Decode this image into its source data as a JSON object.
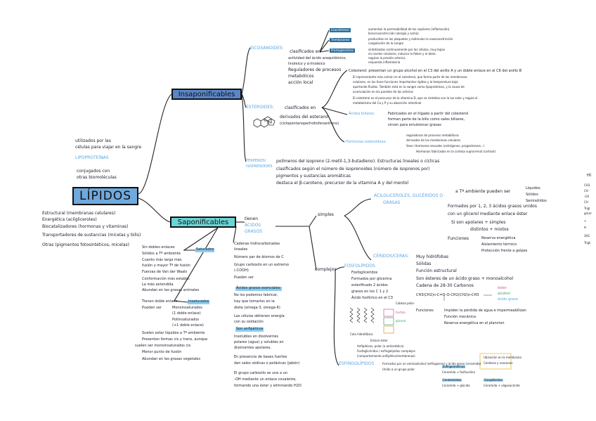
{
  "root": {
    "title": "LÍPIDOS",
    "intro": [
      "utilizados por las",
      "células para viajar en la sangre"
    ],
    "lipoproteinas": "LIPOPROTEÍNAS",
    "conjugados": [
      "conjugados con",
      "otras biomoléculas"
    ],
    "functions": [
      "Estructural (membranas celulares)",
      "Energética (acilgliceroles)",
      "Biocatalizadores (hormonas y vitaminas)",
      "Transportadores de sustancias (micelas y bilis)",
      "Otras (pigmentos fotosintéticos, micelas)"
    ]
  },
  "insaponificables": {
    "label": "Insaponificables",
    "eicosanoides": {
      "label": "EICOSANOIDES:",
      "lines": [
        "clasificados en",
        "actividad del ácido araquidónico,",
        "linoleico y α-linoleico",
        "Reguladores de procesos",
        "metabólicos",
        "acción local"
      ],
      "children": [
        {
          "tag": "Leucotrienos",
          "text": [
            "aumentan la permeabilidad de los capilares (inflamación)",
            "broncoconstricción (alergia y asma)"
          ]
        },
        {
          "tag": "Tromboxanos",
          "text": [
            "producidos en las plaquetas y estimulan la vasoconstricción",
            "coagulación de la sangre"
          ]
        },
        {
          "tag": "Prostaglandinas",
          "text": [
            "sintetizadas continuamente por las células, muy bajas",
            "en niveles celulares, inducen la fiebre y el dolor,",
            "regulan la presión arterial,",
            "respuesta inflamatoria"
          ]
        }
      ]
    },
    "esteroides": {
      "label": "ESTEROIDES:",
      "lines": [
        "clasificados en",
        "derivados del esterano",
        "(ciclopentanoperhidrofenantreno)"
      ],
      "colesterol": [
        "Colesterol: presentan un grupo alcohol en el C3 del anillo A y un doble enlace en el C6 del anillo B",
        "El representante más común es el colesterol, que forma parte de las membranas",
        "celulares, en las tiene funciones importantes rígidas y la temperatura baja",
        "aportando fluidez. También está en la sangre como lipoproteínas, y la causa de",
        "acumulación en las paredes de las arterias",
        "El colesterol es el precursor de la vitamina D, que se sintetiza con la luz solar y regula el",
        "metabolismo del Ca y P y su absorción intestinal"
      ],
      "acidos_biliares": {
        "tag": "Ácidos biliares:",
        "text": [
          "Fabricados en el hígado a partir del colesterol",
          "forman parte de la bilis como sales biliares,",
          "sirven para emulsionar grasas"
        ]
      },
      "hormonas": {
        "tag": "Hormonas esteroideas:",
        "text": [
          "reguladoras de procesos metabólicos",
          "derivadas de las membranas celulares",
          "Sexo: Hormonas sexuales (estrógenos, progesterona...)",
          "Hormonas fabricadas en la corteza suprarrenal (cortisol)"
        ]
      }
    },
    "terpenos": {
      "label": [
        "TERPENOS/",
        "ISOPRENOIDES"
      ],
      "lines": [
        "polímeros del isopreno (2-metil-1,3-butadieno). Estructuras lineales o cíclicas",
        "clasificados según el número de isoprenoides (número de isoprenos por)",
        "pigmentos y sustancias aromáticas",
        "destaca el β-caroteno, precursor de la vitamina A y del mentol"
      ]
    }
  },
  "saponificables": {
    "label": "Saponificables",
    "tienen": [
      "tienen",
      "ÁCIDOS",
      "GRASOS"
    ],
    "saturados": {
      "label": "Saturados",
      "lines": [
        "Sin dobles enlaces",
        "Sólidos a Tª ambiente",
        "Cuanto más larga más",
        "fusión y mayor Tª de fusión",
        "Fuerzas de Van der Waals",
        "Conformación más estable:",
        "La más extendida",
        "Abundan en las grasas animales"
      ]
    },
    "insaturados": {
      "label": "Insaturados",
      "lines": [
        "Tienen doble enlace",
        "Pueden ser",
        "Monoinsaturados",
        "(1 doble enlace)",
        "Poliinsaturados",
        "(+1 doble enlace)",
        "Suelen estar líquidos a Tª ambiente",
        "Presentan formas cis y trans, aunque",
        "suelen ser monoinsaturados cis",
        "Menor punto de fusión",
        "Abundan en las grasas vegetales"
      ]
    },
    "acidos_grasos": [
      "Cadenas hidrocarbonadas",
      "lineales",
      "Número par de átomos de C",
      "Grupo carboxilo en un extremo",
      "(-COOH)",
      "Pueden ser",
      "Ácidos grasos esenciales:",
      "No los podemos fabricar,",
      "hay que tomarlos en la",
      "dieta (omega-3, omega-6)",
      "Las células obtienen energía",
      "con su oxidación",
      "Son anfipáticos",
      "Insolubles en disolventes",
      "polares (agua) y solubles en",
      "disolventes apolares.",
      "En presencia de bases fuertes",
      "dan sales sódicas o potásicas (jabón)",
      "El grupo carboxilo se une a un",
      "-OH mediante un enlace covalente,",
      "formando una éster y eliminando H2O"
    ],
    "simples": {
      "label": "simples",
      "acilgliceroles": {
        "label": [
          "ACILGLICEROLES, GLICÉRIDOS O",
          "GRASAS"
        ],
        "lines": [
          "a Tª ambiente pueden ser",
          "Líquidos",
          "Sólidos",
          "Semisólidos",
          "Formados por 1, 2, 3 ácidos grasos unidos",
          "con un glicerol mediante enlace éster",
          "Si son apolares + simples",
          "distintos + mixtos",
          "Funciones",
          "Reserva energética",
          "Aislamiento térmico",
          "Protección frente a golpes"
        ]
      },
      "ceridos": {
        "label": "CÉRIDOS/CERAS:",
        "lines": [
          "Muy hidrófobas",
          "Sólidas",
          "Función estructural",
          "Son ésteres de un ácido graso + monoalcohol",
          "Cadena de 28-30 Carbonos",
          "CH3(CH2)n-C=O-O-CH2(CH2)n-CH3",
          "éster",
          "alcohol",
          "ácido graso",
          "Funciones",
          "Impiden la pérdida de agua e impermeabilizan",
          "Función mecánica",
          "Reserva energética en el plancton"
        ]
      }
    },
    "complejos": {
      "label": "complejos",
      "fosfolipidos": {
        "label": "FOSFOLÍPIDOS",
        "lines": [
          "Fosfoglicéridos",
          "Formados por glicerina",
          "esterificado 2 ácidos",
          "grasos en los C 1 y 2",
          "Ácido fosfórico en el C3",
          "Cola hidrofóbica",
          "Cabeza polar",
          "fosfato",
          "glicerol",
          "Enlace éster",
          "Anfipáticos, polar (o antiestático)",
          "Fosfoglicéridos / esfingolípidos complejos",
          "(comportamiento anfipático/membranas)"
        ]
      },
      "esfingolipidos": {
        "label": "ESFINGOLÍPIDOS",
        "lines": [
          "Formados por un aminoalcohol (esfingosina) y ácido graso (ceramida)",
          "Unido a un grupo polar",
          "Esfingomielinas",
          "Ceramida + fosfocolina",
          "Cerebrósidos",
          "Ceramida + glúcido",
          "Gangliósidos",
          "Ceramida + oligosacárido",
          "Ubicación en la membrana",
          "Cerebros y neuronas"
        ]
      }
    }
  },
  "edge_fragment": [
    "Hi",
    "CH3",
    "CH",
    "-CH",
    "CH",
    "Trigl",
    "glicer",
    "+",
    "H",
    "3H2",
    "Trigli"
  ]
}
